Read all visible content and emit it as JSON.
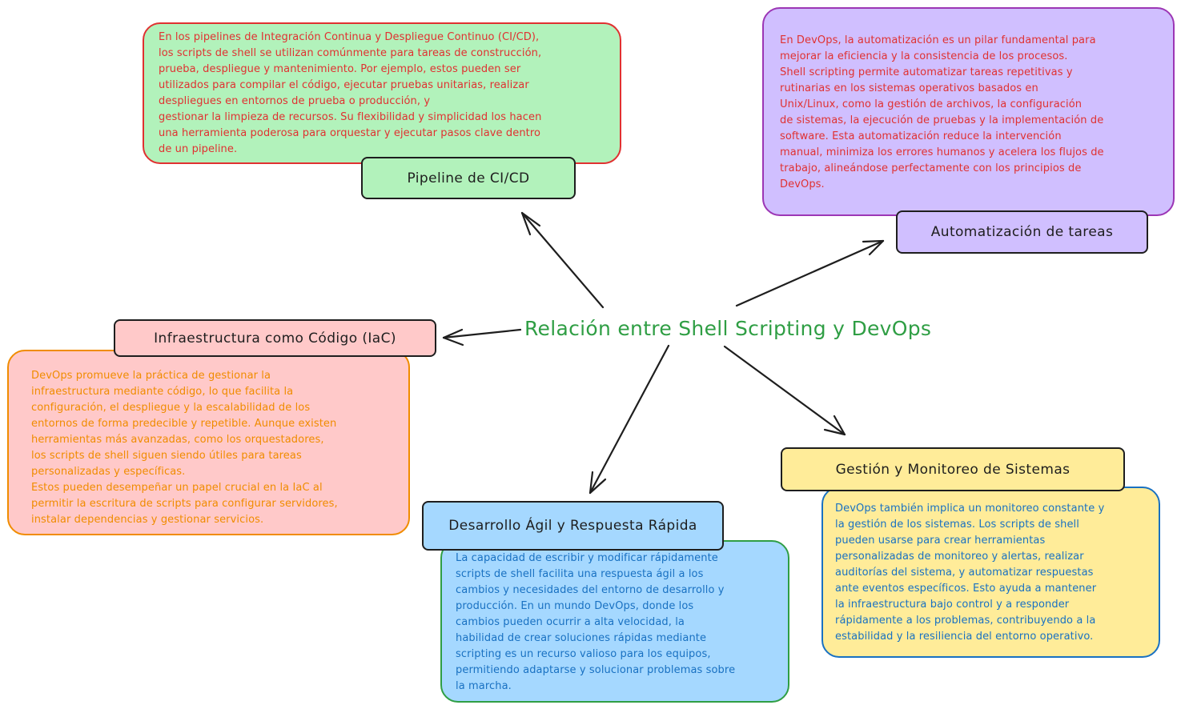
{
  "central": {
    "title": "Relación entre Shell Scripting y DevOps"
  },
  "nodes": {
    "cicd": {
      "label": "Pipeline de CI/CD",
      "description": "En los pipelines de Integración Continua y Despliegue Continuo (CI/CD),\nlos scripts de shell se utilizan comúnmente para tareas de construcción,\nprueba, despliegue y mantenimiento. Por ejemplo, estos pueden ser\nutilizados para compilar el código, ejecutar pruebas unitarias, realizar\ndespliegues en entornos de prueba o producción, y\ngestionar la limpieza de recursos. Su flexibilidad y simplicidad los hacen\nuna herramienta poderosa para orquestar y ejecutar pasos clave dentro\nde un pipeline."
    },
    "automatizacion": {
      "label": "Automatización de tareas",
      "description": "En DevOps, la automatización es un pilar fundamental para\nmejorar la eficiencia y la consistencia de los procesos.\nShell scripting permite automatizar tareas repetitivas y\nrutinarias en los sistemas operativos basados en\nUnix/Linux, como la gestión de archivos, la configuración\nde sistemas, la ejecución de pruebas y la implementación de\nsoftware. Esta automatización reduce la intervención\nmanual, minimiza los errores humanos y acelera los flujos de\ntrabajo, alineándose perfectamente con los principios de\nDevOps."
    },
    "iac": {
      "label": "Infraestructura como Código (IaC)",
      "description": "DevOps promueve la práctica de gestionar la\ninfraestructura mediante código, lo que facilita la\nconfiguración, el despliegue y la escalabilidad de los\nentornos de forma predecible y repetible. Aunque existen\nherramientas más avanzadas, como los orquestadores,\nlos scripts de shell siguen siendo útiles para tareas\npersonalizadas y específicas.\nEstos pueden desempeñar un papel crucial en la IaC al\npermitir la escritura de scripts para configurar servidores,\ninstalar dependencias y gestionar servicios."
    },
    "desarrollo": {
      "label": "Desarrollo Ágil y Respuesta Rápida",
      "description": "La capacidad de escribir y modificar rápidamente\nscripts de shell facilita una respuesta ágil a los\ncambios y necesidades del entorno de desarrollo y\nproducción. En un mundo DevOps, donde los\ncambios pueden ocurrir a alta velocidad, la\nhabilidad de crear soluciones rápidas mediante\nscripting es un recurso valioso para los equipos,\npermitiendo adaptarse y solucionar problemas sobre\nla marcha."
    },
    "monitoreo": {
      "label": "Gestión y Monitoreo de Sistemas",
      "description": "DevOps también implica un monitoreo constante y\nla gestión de los sistemas. Los scripts de shell\npueden usarse para crear herramientas\npersonalizadas de monitoreo y alertas, realizar\nauditorías del sistema, y automatizar respuestas\nante eventos específicos. Esto ayuda a mantener\nla infraestructura bajo control y a responder\nrápidamente a los problemas, contribuyendo a la\nestabilidad y la resiliencia del entorno operativo."
    }
  },
  "colors": {
    "green_fill": "#b2f2bb",
    "violet_fill": "#d0bfff",
    "red_fill": "#ffc9c9",
    "blue_fill": "#a5d8ff",
    "yellow_fill": "#ffec99",
    "central_text": "#2f9e44",
    "stroke": "#1e1e1e"
  }
}
